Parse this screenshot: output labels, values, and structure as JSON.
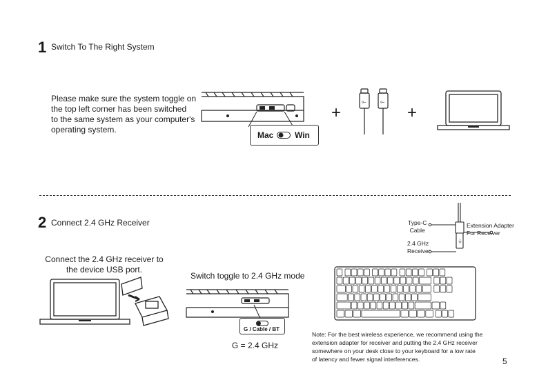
{
  "section1": {
    "number": "1",
    "title": "Switch To The Right System",
    "instruction": [
      "Please make sure the system toggle on",
      "the top left corner has been switched",
      "to the same system as your computer's",
      "operating system."
    ],
    "toggle": {
      "left_label": "Mac",
      "right_label": "Win"
    },
    "plus_1": "+",
    "plus_2": "+"
  },
  "section2": {
    "number": "2",
    "title": "Connect 2.4 GHz Receiver",
    "connect_text": [
      "Connect the 2.4 GHz receiver to",
      "the device USB port."
    ],
    "switch_text": "Switch toggle to 2.4 GHz mode",
    "toggle_label": "G / Cable / BT",
    "g_note": "G = 2.4 GHz",
    "labels": {
      "type_c_cable": [
        "Type-C",
        "Cable"
      ],
      "receiver": [
        "2.4 GHz",
        "Receiver"
      ],
      "extension_adapter": [
        "Extension Adapter",
        "For Receiver"
      ]
    },
    "note": [
      "Note: For the best wireless experience, we recommend using the",
      "extension adapter for receiver and putting the 2.4 GHz receiver",
      "somewhere on your desk close to your keyboard for a low rate",
      "of latency and fewer signal interferences."
    ]
  },
  "page_number": "5"
}
